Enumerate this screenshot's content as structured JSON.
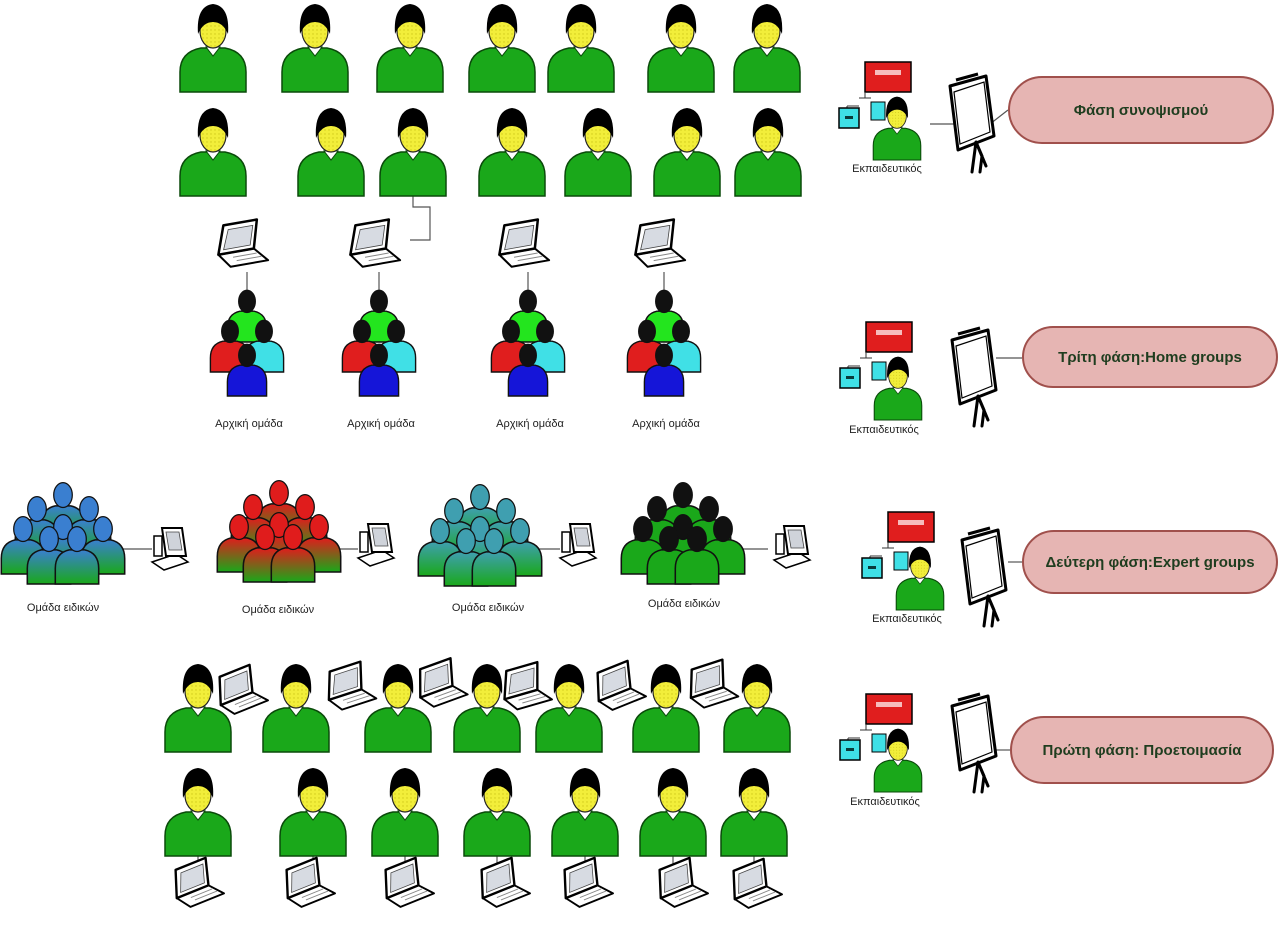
{
  "teacher_label": "Εκπαιδευτικός",
  "phases": [
    {
      "label": "Φάση συνοψισμού"
    },
    {
      "label": "Τρίτη φάση:Home groups"
    },
    {
      "label": "Δεύτερη φάση:Expert groups"
    },
    {
      "label": "Πρώτη φάση: Προετοιμασία"
    }
  ],
  "home_group_label": "Αρχική ομάδα",
  "expert_group_label": "Ομάδα ειδικών",
  "colors": {
    "student_body": "#1aa81a",
    "student_face": "#f2ee3a",
    "phase_fill": "#e6b5b3",
    "phase_border": "#a0504c",
    "board_red": "#e01e1e",
    "board_cyan": "#3fe0e6",
    "expert_blue": "#3a7fd0",
    "expert_red": "#d02020",
    "expert_teal": "#3fa89a"
  }
}
